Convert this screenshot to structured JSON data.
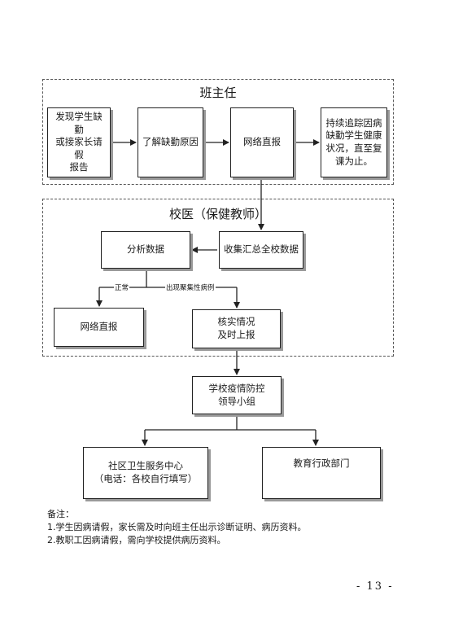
{
  "groups": {
    "class_teacher": {
      "title": "班主任"
    },
    "school_doctor": {
      "title": "校医（保健教师）"
    }
  },
  "boxes": {
    "report_absence": "发现学生缺勤\n或接家长请假\n报告",
    "understand_reason": "了解缺勤原因",
    "online_report_1": "网络直报",
    "track_health": "持续追踪因病\n缺勤学生健康\n状况，直至复\n课为止。",
    "analyze_data": "分析数据",
    "collect_data": "收集汇总全校数据",
    "online_report_2": "网络直报",
    "verify_report": "核实情况\n及时上报",
    "leading_group": "学校疫情防控\n领导小组",
    "community_center": "社区卫生服务中心\n（电话：各校自行填写）",
    "education_dept": "教育行政部门"
  },
  "edge_labels": {
    "normal": "正常",
    "cluster": "出现聚集性病例"
  },
  "notes": {
    "heading": "备注：",
    "items": [
      "1.学生因病请假，家长需及时向班主任出示诊断证明、病历资料。",
      "2.教职工因病请假，需向学校提供病历资料。"
    ]
  },
  "page_number": "- 13 -"
}
